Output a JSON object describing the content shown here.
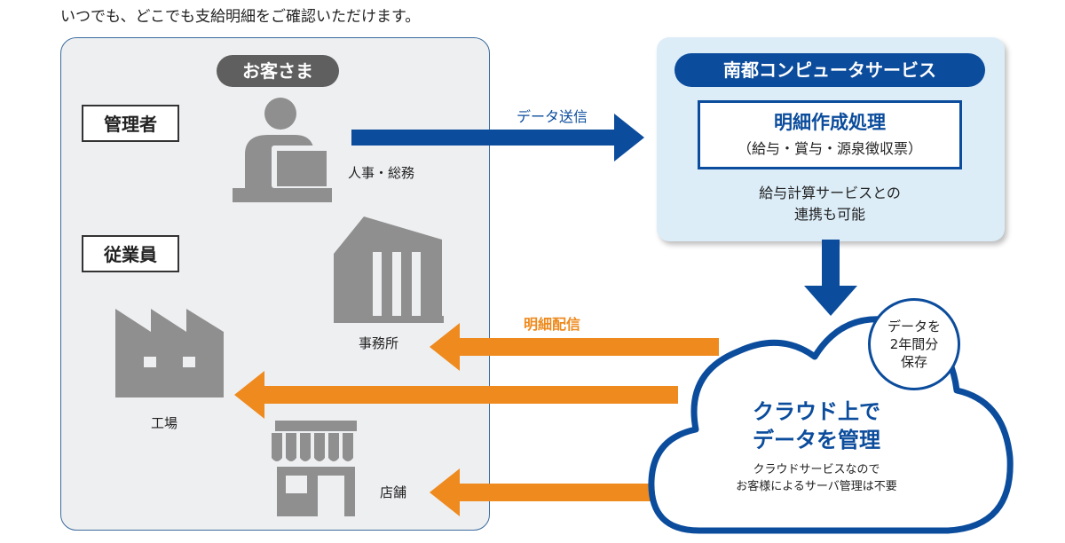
{
  "caption": "いつでも、どこでも支給明細をご確認いただけます。",
  "customer": {
    "title": "お客さま",
    "admin_label": "管理者",
    "employee_label": "従業員",
    "hr_label": "人事・総務",
    "office_label": "事務所",
    "factory_label": "工場",
    "store_label": "店舗"
  },
  "service": {
    "title": "南都コンピュータサービス",
    "process_title": "明細作成処理",
    "process_sub": "（給与・賞与・源泉徴収票）",
    "note_line1": "給与計算サービスとの",
    "note_line2": "連携も可能"
  },
  "flows": {
    "send_label": "データ送信",
    "deliver_label": "明細配信"
  },
  "cloud": {
    "storage_line1": "データを",
    "storage_line2": "2年間分",
    "storage_line3": "保存",
    "title_line1": "クラウド上で",
    "title_line2": "データを管理",
    "note_line1": "クラウドサービスなので",
    "note_line2": "お客様によるサーバ管理は不要"
  },
  "colors": {
    "brand_blue": "#0b4c9c",
    "delivery_orange": "#ee8a1e",
    "icon_gray": "#8f8f8f"
  }
}
